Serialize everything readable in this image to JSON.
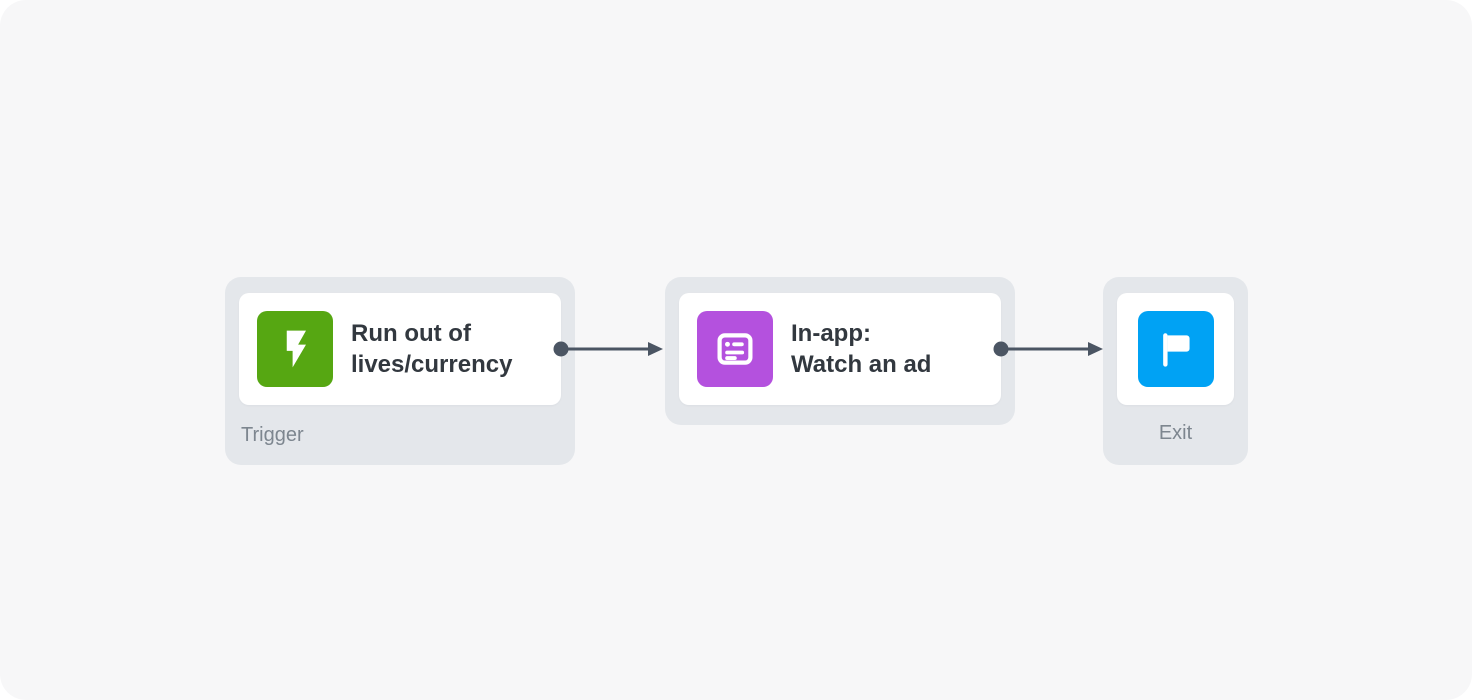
{
  "canvas": {
    "name": "journey-flow-canvas"
  },
  "nodes": [
    {
      "type": "trigger",
      "title": "Run out of\nlives/currency",
      "label": "Trigger",
      "icon": "lightning-bolt-icon",
      "icon_bg": "#56a712"
    },
    {
      "type": "action",
      "title": "In-app:\nWatch an ad",
      "icon": "in-app-message-icon",
      "icon_bg": "#b451de"
    },
    {
      "type": "exit",
      "label": "Exit",
      "icon": "flag-icon",
      "icon_bg": "#00a2f4"
    }
  ],
  "connectors": [
    {
      "from": "trigger",
      "to": "action"
    },
    {
      "from": "action",
      "to": "exit"
    }
  ],
  "colors": {
    "canvas_bg": "#f7f7f8",
    "node_bg": "#e4e7eb",
    "card_bg": "#ffffff",
    "title_text": "#32383f",
    "label_text": "#7d868f",
    "connector": "#4b5563"
  }
}
